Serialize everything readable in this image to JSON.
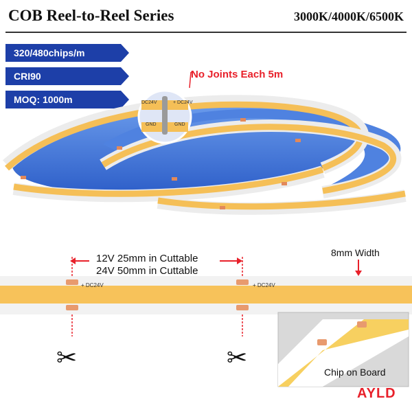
{
  "header": {
    "title": "COB Reel-to-Reel Series",
    "color_temps": "3000K/4000K/6500K"
  },
  "tags": [
    {
      "label": "320/480chips/m"
    },
    {
      "label": "CRI90"
    },
    {
      "label": "MOQ: 1000m"
    }
  ],
  "callout": {
    "text": "No Joints Each 5m",
    "color": "#e8202a"
  },
  "inset_marks": {
    "top_left": "DC24V",
    "top_right": "+ DC24V",
    "bottom_left": "GND",
    "bottom_right": "GND"
  },
  "strip": {
    "cut_line_1": "12V 25mm in Cuttable",
    "cut_line_2": "24V 50mm in Cuttable",
    "width_label": "8mm Width",
    "marking": "+ DC24V",
    "marking_minus": "-"
  },
  "icons": {
    "scissors_left": "scissors-icon",
    "scissors_right": "scissors-icon"
  },
  "chip_inset": {
    "label": "Chip on Board"
  },
  "brand": {
    "logo": "AYLD",
    "color": "#e8202a"
  },
  "colors": {
    "tag_bg": "#1d3fa8",
    "strip_yellow": "#f7c25a",
    "reel_blue": "#3a6fd8"
  }
}
